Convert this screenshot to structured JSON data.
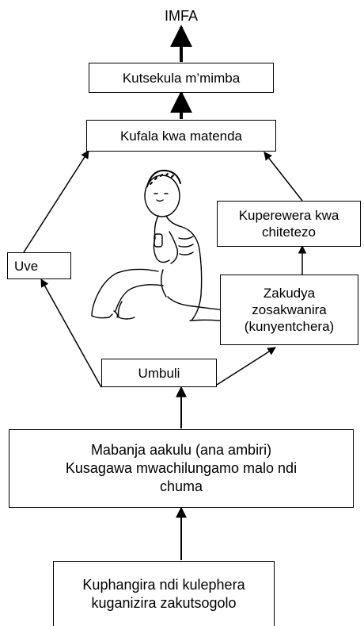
{
  "diagram": {
    "top_label": "IMFA",
    "nodes": {
      "kutsekula": {
        "lines": [
          "Kutsekula m’mimba"
        ]
      },
      "kufala": {
        "lines": [
          "Kufala kwa matenda"
        ]
      },
      "uve": {
        "lines": [
          "Uve"
        ]
      },
      "kuperewera": {
        "lines": [
          "Kuperewera kwa",
          "chitetezo"
        ]
      },
      "zakudya": {
        "lines": [
          "Zakudya",
          "zosakwanira",
          "(kunyentchera)"
        ]
      },
      "umbuli": {
        "lines": [
          "Umbuli"
        ]
      },
      "mabanja": {
        "lines": [
          "Mabanja aakulu (ana ambiri)",
          "Kusagawa mwachilungamo malo ndi",
          "chuma"
        ]
      },
      "kuphangira": {
        "lines": [
          "Kuphangira ndi kulephera",
          "kuganizira zakutsogolo"
        ]
      }
    },
    "illustration": "sick-child-sitting-illustration"
  }
}
